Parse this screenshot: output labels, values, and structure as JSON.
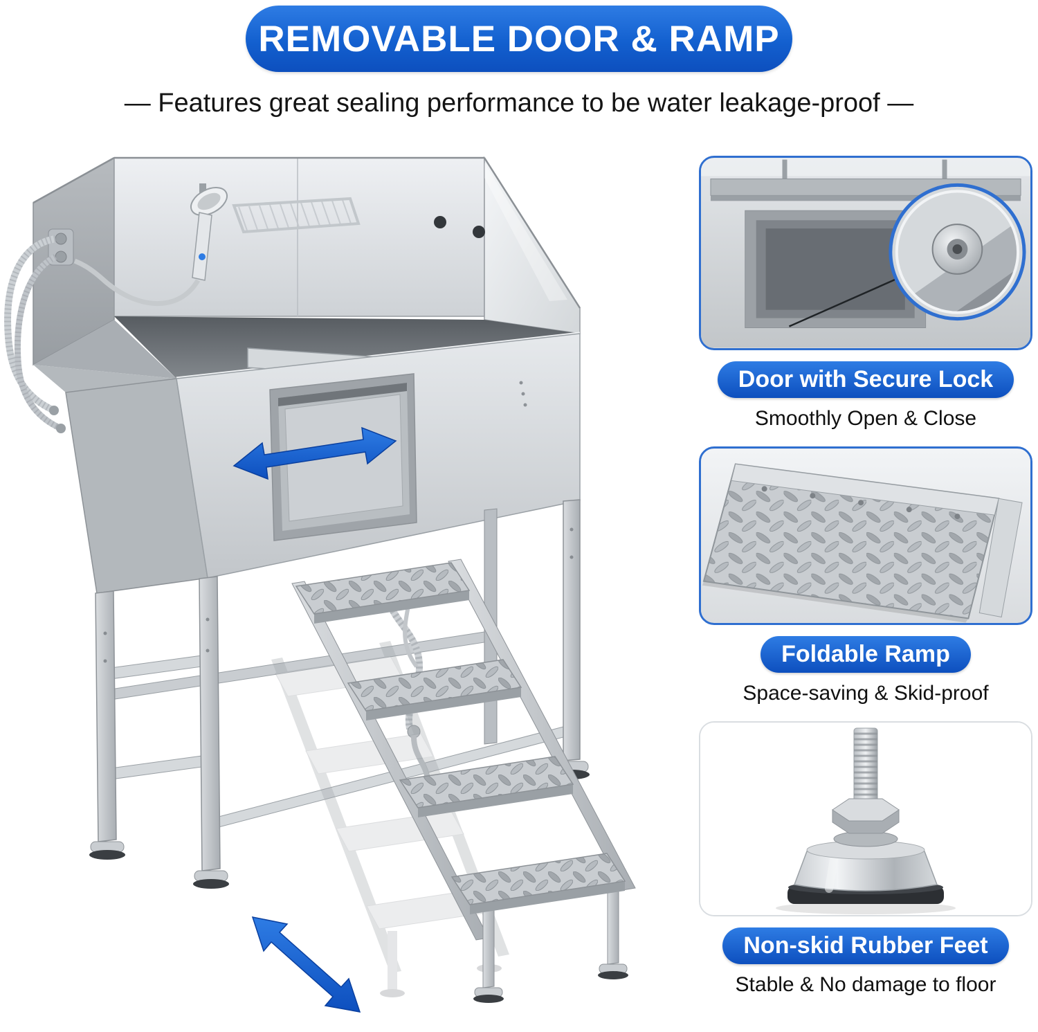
{
  "banner": {
    "title": "REMOVABLE DOOR & RAMP"
  },
  "subtitle": {
    "text": "— Features great sealing performance to be water leakage-proof —"
  },
  "callouts": [
    {
      "id": "door-lock",
      "label": "Door with Secure Lock",
      "caption": "Smoothly Open & Close"
    },
    {
      "id": "foldable-ramp",
      "label": "Foldable Ramp",
      "caption": "Space-saving & Skid-proof"
    },
    {
      "id": "rubber-feet",
      "label": "Non-skid Rubber Feet",
      "caption": "Stable & No damage to floor"
    }
  ],
  "icons": {
    "slide_arrow": "double-headed-horizontal-arrow",
    "fold_arrow": "double-headed-diagonal-arrow"
  },
  "colors": {
    "banner_blue_top": "#2e7ce4",
    "banner_blue_bottom": "#0d4fbe",
    "arrow_blue": "#1b62d6",
    "text_dark": "#111111",
    "steel_light": "#e9ebee",
    "steel_mid": "#c6cacd",
    "steel_dark": "#9aa0a5"
  }
}
